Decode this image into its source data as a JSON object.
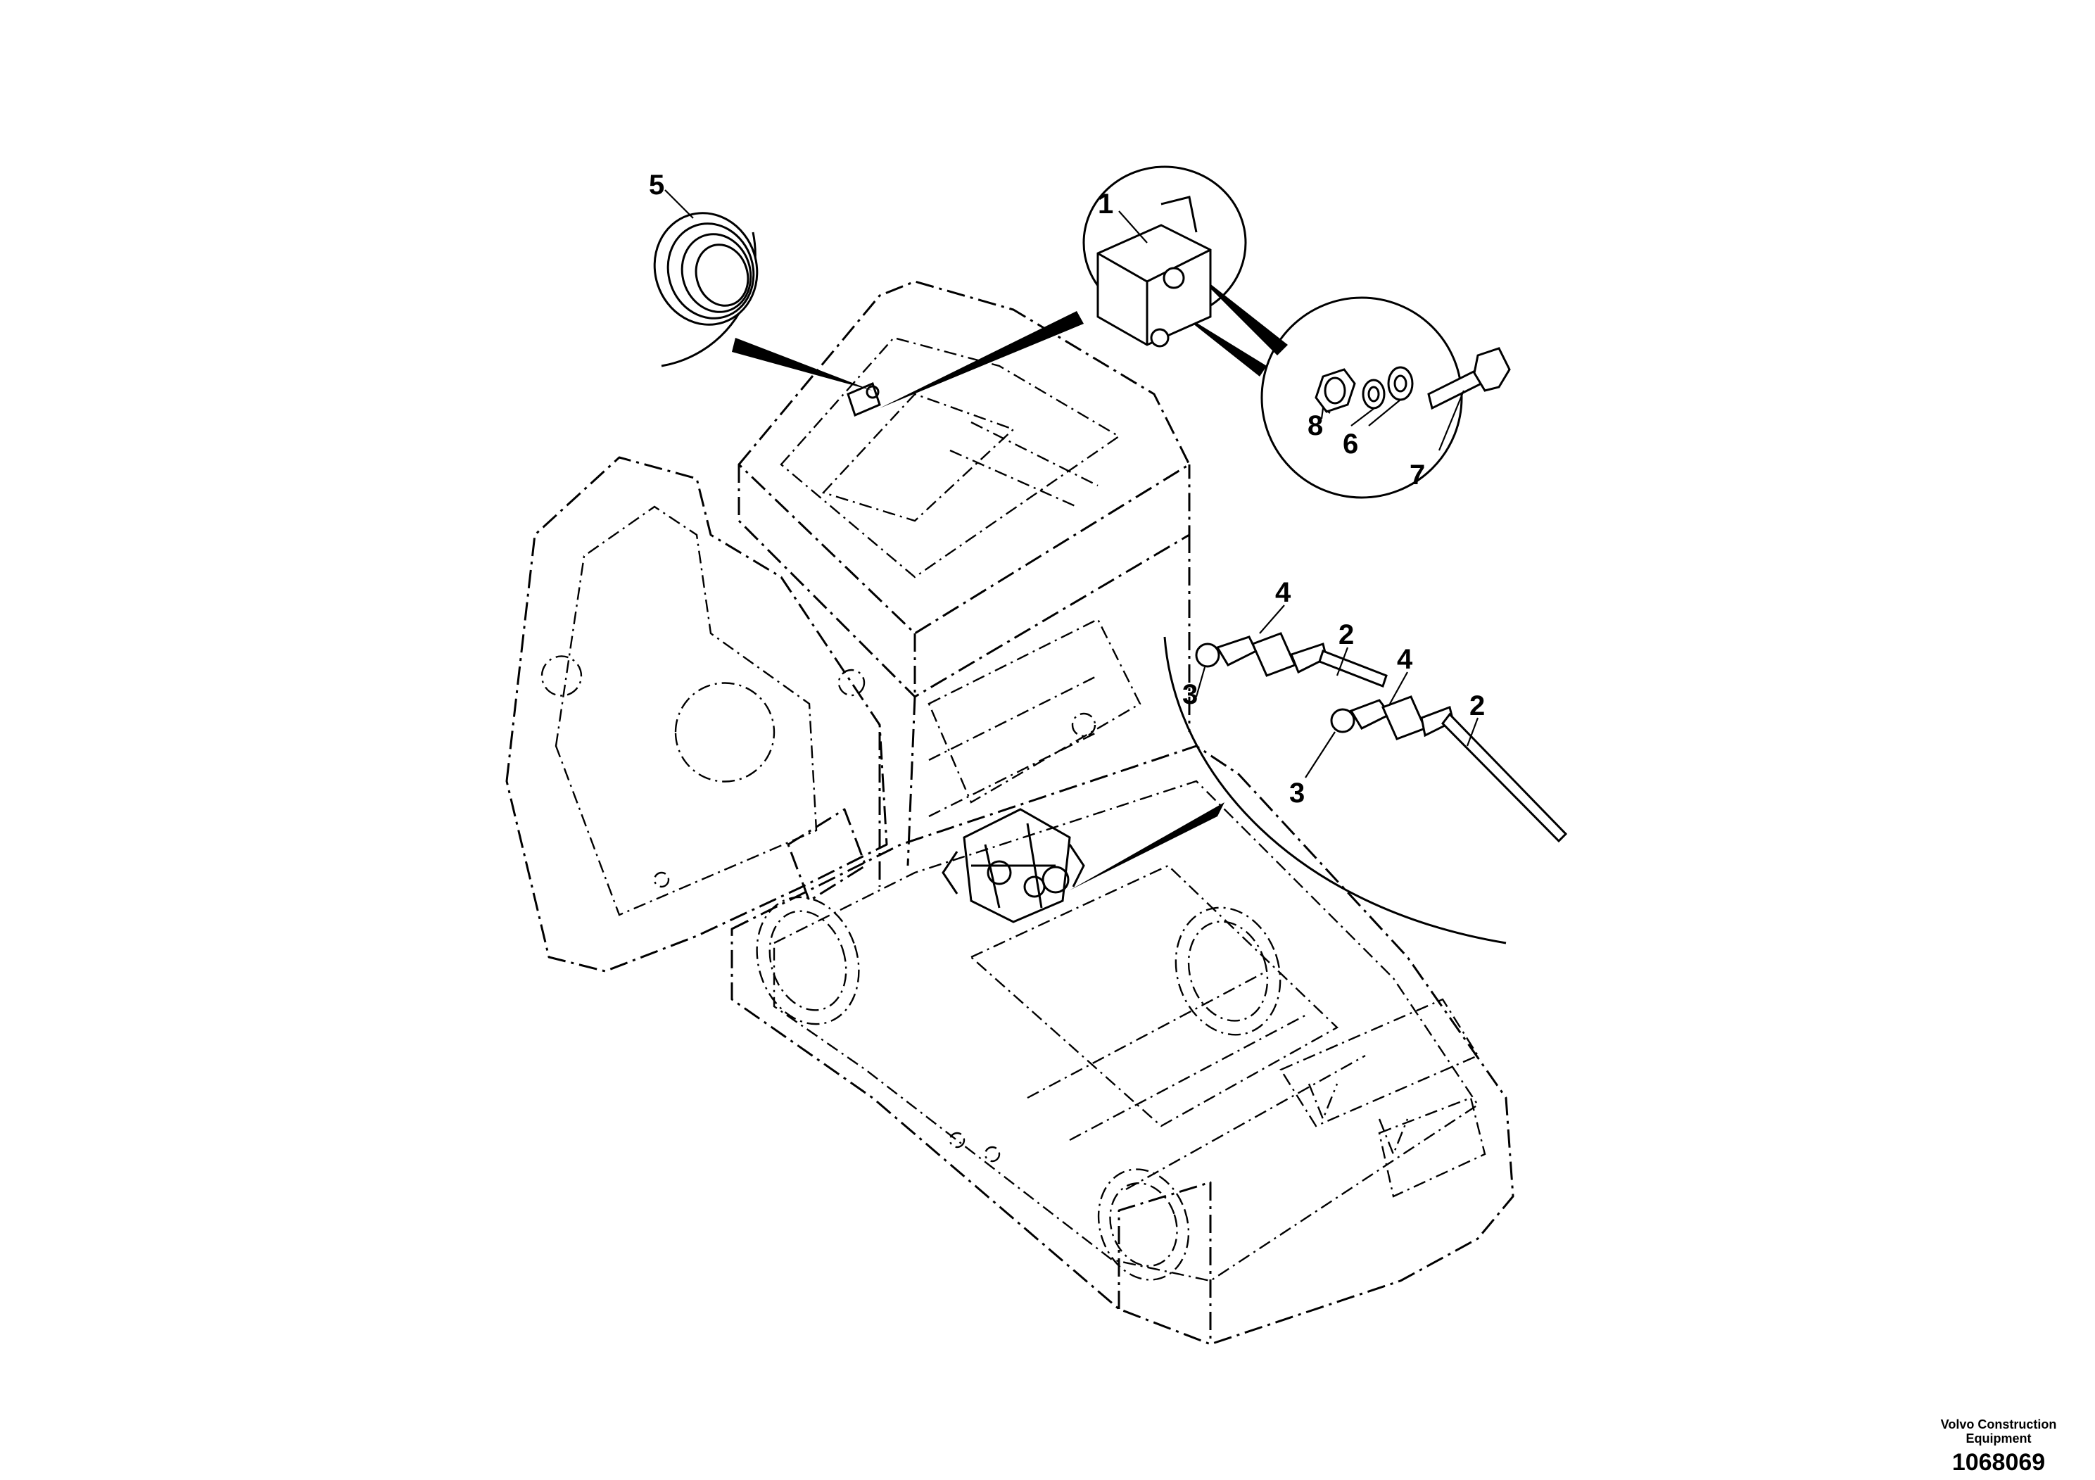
{
  "callouts": {
    "c1": "1",
    "c2a": "2",
    "c2b": "2",
    "c3a": "3",
    "c3b": "3",
    "c4a": "4",
    "c4b": "4",
    "c5": "5",
    "c6": "6",
    "c7": "7",
    "c8": "8"
  },
  "footer": {
    "company_line1": "Volvo Construction",
    "company_line2": "Equipment",
    "figure_number": "1068069"
  }
}
